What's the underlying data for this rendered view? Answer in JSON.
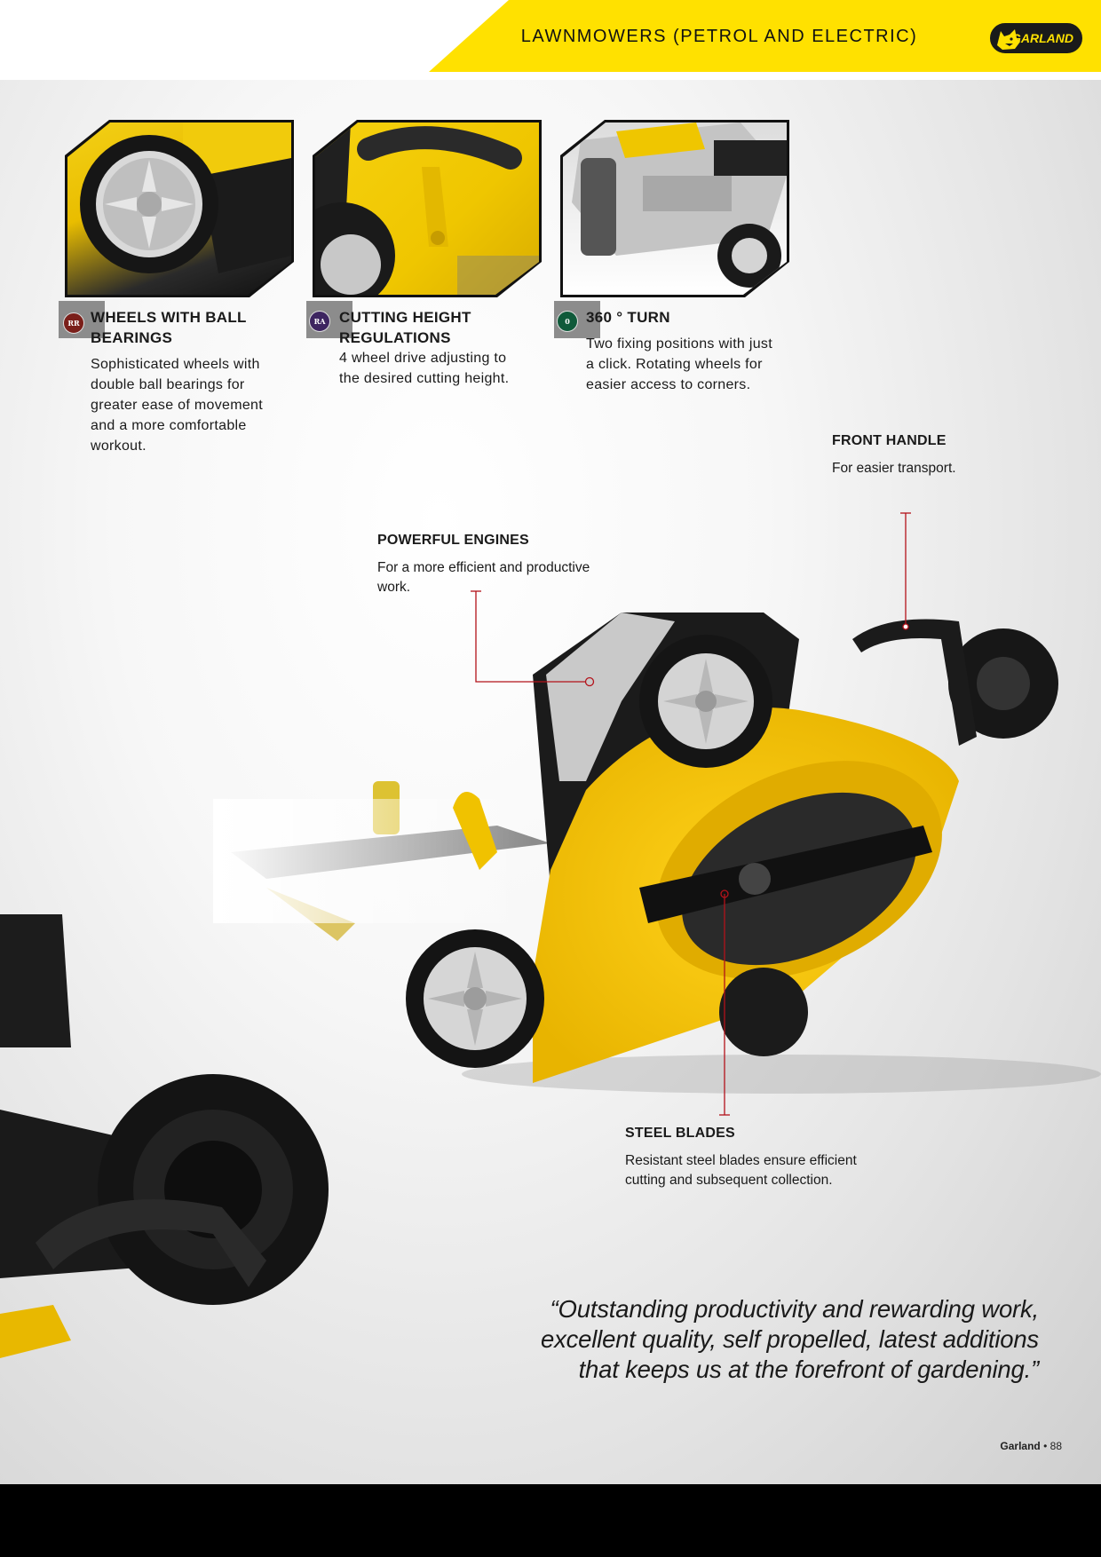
{
  "header": {
    "title": "LAWNMOWERS (PETROL AND ELECTRIC)",
    "logo_text": "GARLAND",
    "band_color": "#ffe100"
  },
  "features": [
    {
      "badge": "RR",
      "badge_color": "#7a1f1a",
      "title_line1": "WHEELS WITH BALL",
      "title_line2": "BEARINGS",
      "text": [
        "Sophisticated wheels with",
        "double ball bearings for",
        "greater ease of movement",
        "and a more comfortable",
        "workout."
      ]
    },
    {
      "badge": "RA",
      "badge_color": "#3d2560",
      "title_line1": "CUTTING HEIGHT",
      "title_line2": "REGULATIONS",
      "text": [
        "4 wheel drive adjusting to",
        "the desired cutting height."
      ]
    },
    {
      "badge": "0",
      "badge_color": "#0f5a3a",
      "title_line1": "360 ° TURN",
      "text": [
        "Two fixing positions with just",
        "a click. Rotating wheels for",
        "easier access to corners."
      ]
    }
  ],
  "callouts": {
    "front_handle": {
      "title": "FRONT HANDLE",
      "text": "For easier transport."
    },
    "powerful_engines": {
      "title": "POWERFUL ENGINES",
      "text": [
        "For a more efficient and productive",
        "work."
      ]
    },
    "steel_blades": {
      "title": "STEEL BLADES",
      "text": [
        "Resistant steel blades ensure efficient",
        "cutting and subsequent collection."
      ]
    },
    "line_color": "#b3121a"
  },
  "quote": {
    "lines": [
      "“Outstanding productivity and rewarding work,",
      "excellent quality, self propelled, latest additions",
      "that keeps us at the forefront of gardening.”"
    ]
  },
  "footer": {
    "brand": "Garland",
    "separator": "•",
    "page": "88"
  },
  "colors": {
    "accent_yellow": "#ffe100",
    "mower_yellow": "#f5c400",
    "dark": "#111111"
  }
}
